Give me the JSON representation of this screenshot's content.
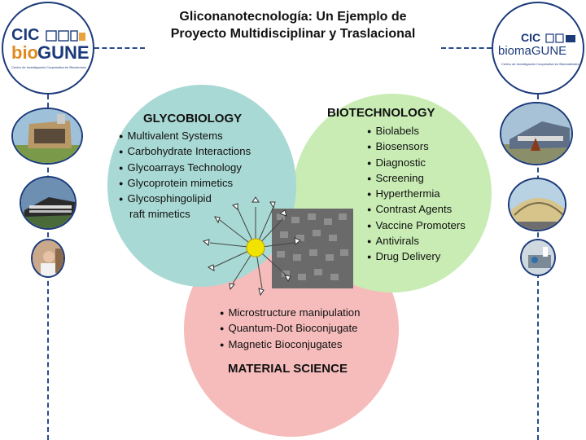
{
  "title": {
    "line1": "Gliconanotecnología: Un Ejemplo de",
    "line2": "Proyecto Multidisciplinar y Traslacional"
  },
  "logos": {
    "left": {
      "cic": "CIC",
      "name_a": "bio",
      "name_b": "GUNE",
      "sub1": "Centro de Investigación Cooperativa en Biociencias"
    },
    "right": {
      "cic": "CIC",
      "name": "biomaGUNE",
      "sub1": "Centro de Investigación Cooperativa en Biomateriales"
    }
  },
  "colors": {
    "glyco_circle": "#a9d9d4",
    "biotech_circle": "#c8ecb4",
    "material_circle": "#f6bcbc",
    "border": "#1b3a7a",
    "nanoparticle": "#f2e200"
  },
  "glycobiology": {
    "heading": "GLYCOBIOLOGY",
    "items": [
      "Multivalent Systems",
      "Carbohydrate Interactions",
      "Glycoarrays Technology",
      "Glycoprotein mimetics",
      "Glycosphingolipid",
      "raft mimetics"
    ]
  },
  "biotechnology": {
    "heading": "BIOTECHNOLOGY",
    "items": [
      "Biolabels",
      "Biosensors",
      "Diagnostic",
      "Screening",
      "Hyperthermia",
      "Contrast Agents",
      "Vaccine Promoters",
      "Antivirals",
      "Drug Delivery"
    ]
  },
  "material_science": {
    "heading": "MATERIAL SCIENCE",
    "items": [
      "Microstructure manipulation",
      "Quantum-Dot Bioconjugate",
      "Magnetic Bioconjugates"
    ]
  },
  "icons": [
    "building-photo",
    "lab-photo",
    "nanoparticle-illustration",
    "microscopy-image"
  ]
}
